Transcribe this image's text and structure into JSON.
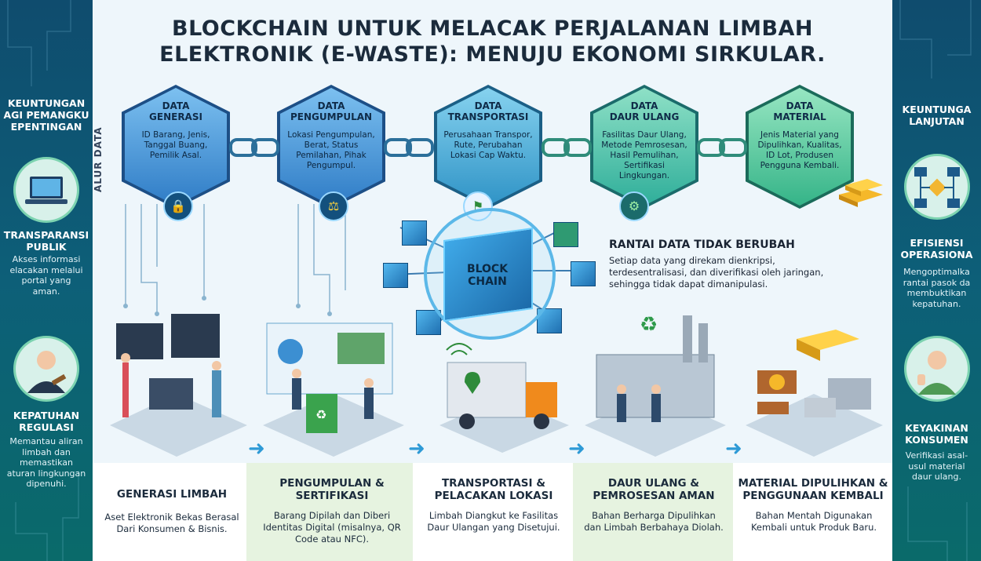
{
  "title_line1": "BLOCKCHAIN UNTUK MELACAK PERJALANAN LIMBAH",
  "title_line2": "ELEKTRONIK (E-WASTE): MENUJU EKONOMI SIRKULAR.",
  "alur_label": "ALUR DATA",
  "left_panel": {
    "heading": [
      "KEUNTUNGAN",
      "AGI PEMANGKU",
      "EPENTINGAN"
    ],
    "items": [
      {
        "title": "TRANSPARANSI",
        "title2": "PUBLIK",
        "desc": [
          "Akses informasi",
          "elacakan melalui",
          "portal yang",
          "aman."
        ],
        "icon": "laptop-icon"
      },
      {
        "title": "KEPATUHAN",
        "title2": "REGULASI",
        "desc": [
          "Memantau aliran",
          "limbah dan",
          "memastikan",
          "aturan lingkungan",
          "dipenuhi."
        ],
        "icon": "judge-icon"
      }
    ]
  },
  "right_panel": {
    "heading": [
      "KEUNTUNGA",
      "LANJUTAN"
    ],
    "items": [
      {
        "title": "EFISIENSI",
        "title2": "OPERASIONA",
        "desc": [
          "Mengoptimalka",
          "rantai pasok da",
          "membuktikan",
          "kepatuhan."
        ],
        "icon": "flowchart-icon"
      },
      {
        "title": "KEYAKINAN",
        "title2": "KONSUMEN",
        "desc": [
          "Verifikasi asal-",
          "usul material",
          "daur ulang."
        ],
        "icon": "thumbs-up-icon"
      }
    ]
  },
  "data_hexes": [
    {
      "title": "DATA",
      "title2": "GENERASI",
      "body": "ID Barang, Jenis, Tanggal Buang, Pemilik Asal.",
      "icon": "lock-icon",
      "color": "#3d8fd6"
    },
    {
      "title": "DATA",
      "title2": "PENGUMPULAN",
      "body": "Lokasi Pengumpulan, Berat, Status Pemilahan, Pihak Pengumpul.",
      "icon": "scales-icon",
      "color": "#3c8fd2"
    },
    {
      "title": "DATA",
      "title2": "TRANSPORTASI",
      "body": "Perusahaan Transpor, Rute, Perubahan Lokasi Cap Waktu.",
      "icon": "map-icon",
      "color": "#3aa4cf"
    },
    {
      "title": "DATA",
      "title2": "DAUR ULANG",
      "body": "Fasilitas Daur Ulang, Metode Pemrosesan, Hasil Pemulihan, Sertifikasi Lingkungan.",
      "icon": "gear-leaf-icon",
      "color": "#45b5a6"
    },
    {
      "title": "DATA",
      "title2": "MATERIAL",
      "body": "Jenis Material yang Dipulihkan, Kualitas, ID Lot, Produsen Pengguna Kembali.",
      "icon": "gold-bars-icon",
      "color": "#4ab99a"
    }
  ],
  "blockchain_label": "BLOCK CHAIN",
  "immutable": {
    "title": "RANTAI DATA TIDAK BERUBAH",
    "text": "Setiap data yang direkam dienkripsi, terdesentralisasi, dan diverifikasi oleh jaringan, sehingga tidak dapat dimanipulasi."
  },
  "stages": [
    {
      "title": "GENERASI LIMBAH",
      "desc": "Aset Elektronik Bekas Berasal Dari Konsumen & Bisnis."
    },
    {
      "title": "PENGUMPULAN & SERTIFIKASI",
      "desc": "Barang Dipilah dan Diberi Identitas Digital (misalnya, QR Code atau NFC)."
    },
    {
      "title": "TRANSPORTASI & PELACAKAN LOKASI",
      "desc": "Limbah Diangkut ke Fasilitas Daur Ulangan yang Disetujui."
    },
    {
      "title": "DAUR ULANG & PEMROSESAN AMAN",
      "desc": "Bahan Berharga Dipulihkan dan Limbah Berbahaya Diolah."
    },
    {
      "title": "MATERIAL DIPULIHKAN & PENGGUNAAN KEMBALI",
      "desc": "Bahan Mentah Digunakan Kembali untuk Produk Baru."
    }
  ]
}
